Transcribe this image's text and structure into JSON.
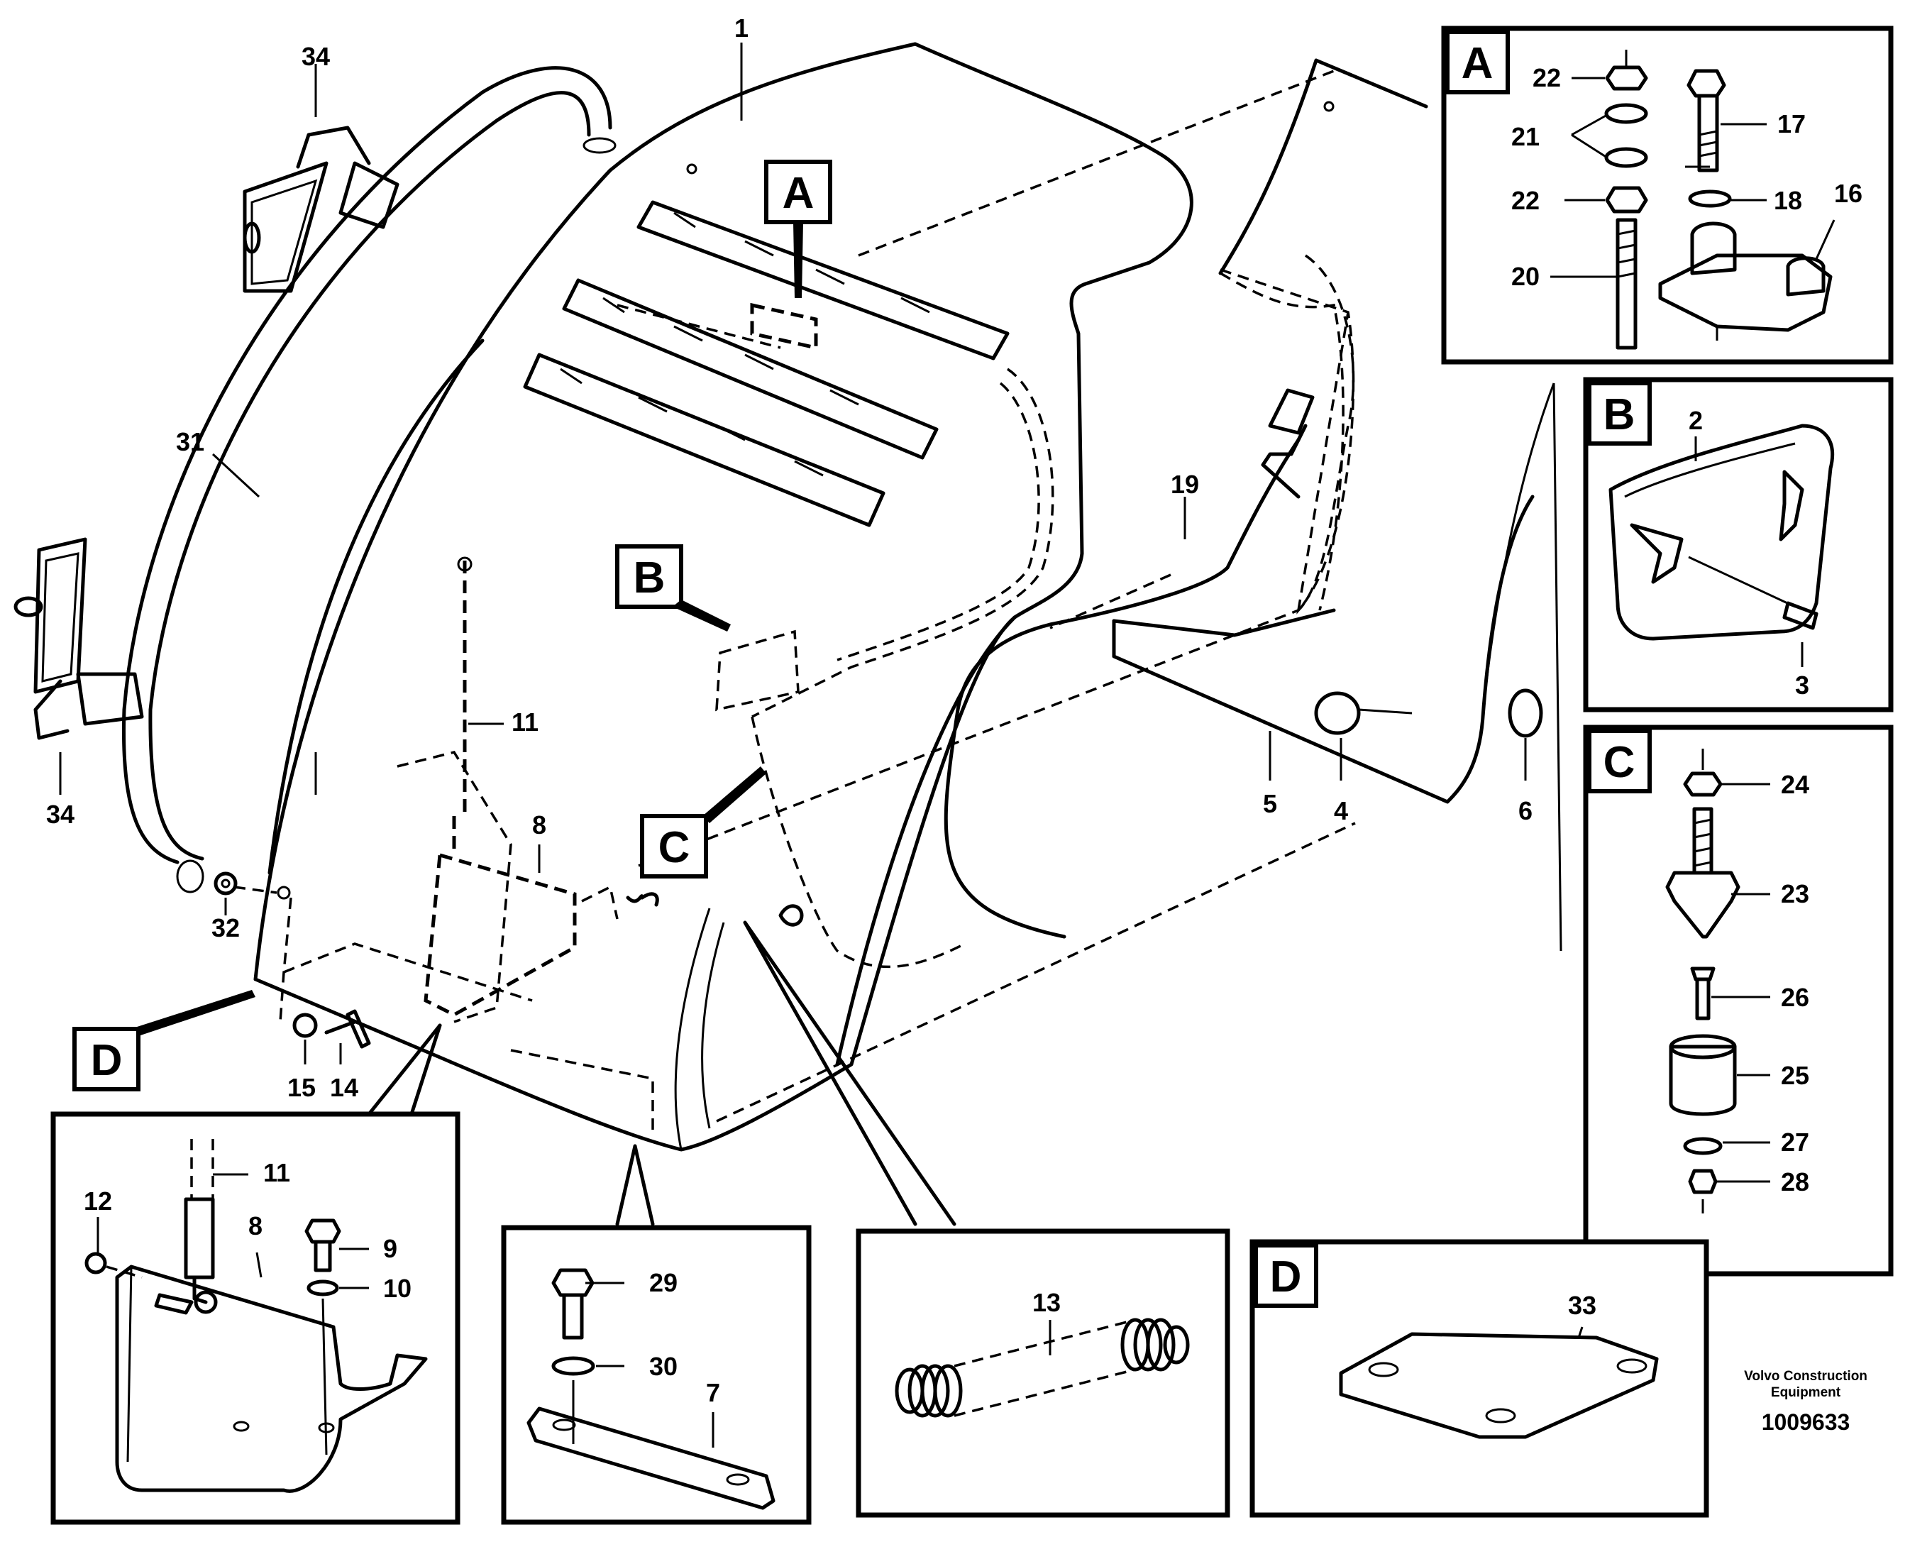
{
  "callouts": {
    "c1": "1",
    "c2": "2",
    "c3": "3",
    "c4": "4",
    "c5": "5",
    "c6": "6",
    "c7": "7",
    "c8": "8",
    "c8b": "8",
    "c9": "9",
    "c10": "10",
    "c11": "11",
    "c11b": "11",
    "c12": "12",
    "c13": "13",
    "c14": "14",
    "c15": "15",
    "c16": "16",
    "c17": "17",
    "c18": "18",
    "c19": "19",
    "c20": "20",
    "c21": "21",
    "c22a": "22",
    "c22b": "22",
    "c23": "23",
    "c24": "24",
    "c25": "25",
    "c26": "26",
    "c27": "27",
    "c28": "28",
    "c29": "29",
    "c30": "30",
    "c31": "31",
    "c32": "32",
    "c33": "33",
    "c34a": "34",
    "c34b": "34"
  },
  "detail_letters": {
    "A_main": "A",
    "B_main": "B",
    "C_main": "C",
    "D_main": "D",
    "A_panel": "A",
    "B_panel": "B",
    "C_panel": "C",
    "D_panel": "D"
  },
  "footer": {
    "company_line1": "Volvo Construction",
    "company_line2": "Equipment",
    "drawing_number": "1009633"
  }
}
